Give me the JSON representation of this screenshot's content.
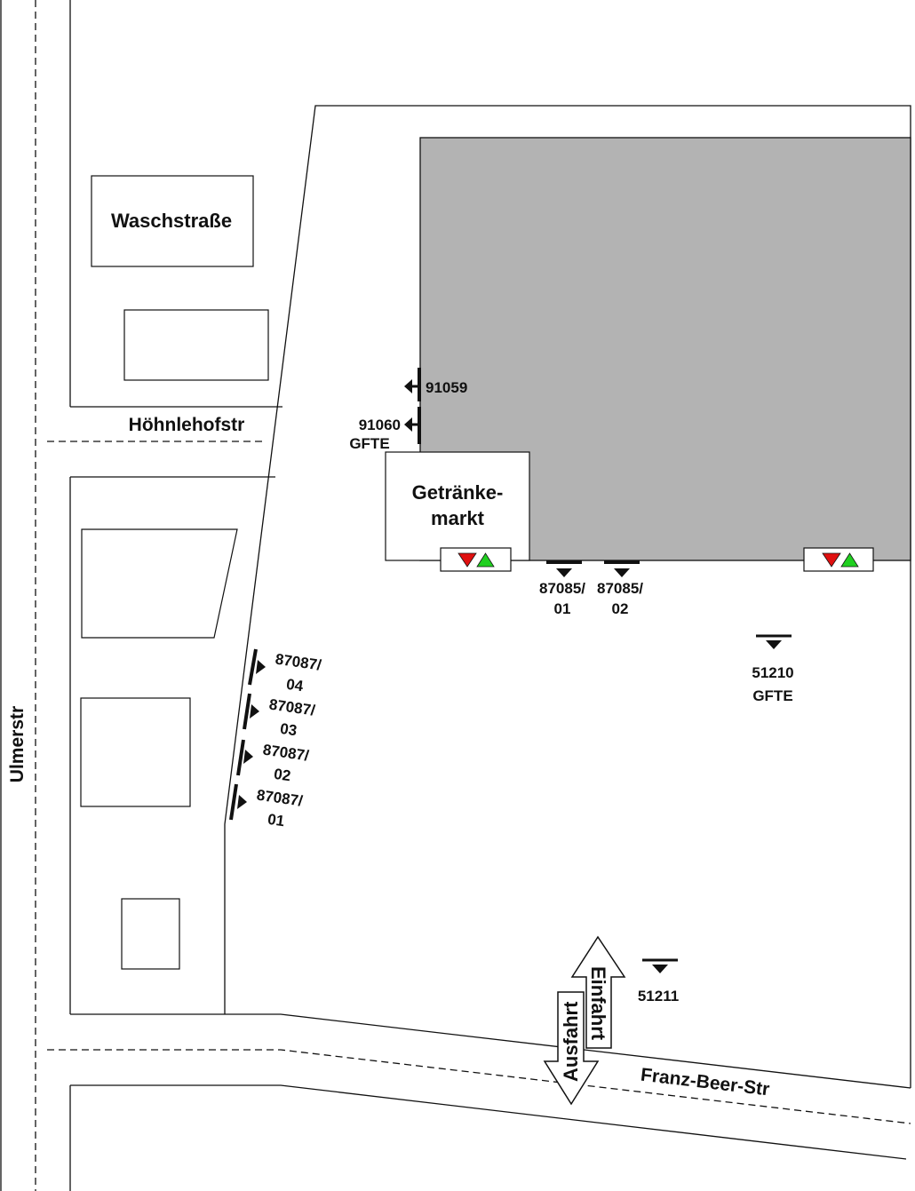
{
  "streets": {
    "ulmerstr": "Ulmerstr",
    "hoehnlehofstr": "Höhnlehofstr",
    "franz_beer_str": "Franz-Beer-Str"
  },
  "buildings": {
    "waschstrasse": "Waschstraße",
    "getraenkemarkt_line1": "Getränke-",
    "getraenkemarkt_line2": "markt"
  },
  "markers": {
    "m91059": "91059",
    "m91060": "91060",
    "m91060_sub": "GFTE",
    "m87085_01_a": "87085/",
    "m87085_01_b": "01",
    "m87085_02_a": "87085/",
    "m87085_02_b": "02",
    "m51210": "51210",
    "m51210_sub": "GFTE",
    "m51211": "51211",
    "m87087_04_a": "87087/",
    "m87087_04_b": "04",
    "m87087_03_a": "87087/",
    "m87087_03_b": "03",
    "m87087_02_a": "87087/",
    "m87087_02_b": "02",
    "m87087_01_a": "87087/",
    "m87087_01_b": "01"
  },
  "access": {
    "entry": "Einfahrt",
    "exit": "Ausfahrt"
  },
  "colors": {
    "building_fill": "#b3b3b3",
    "signal_red": "#e01010",
    "signal_green": "#20d020"
  }
}
